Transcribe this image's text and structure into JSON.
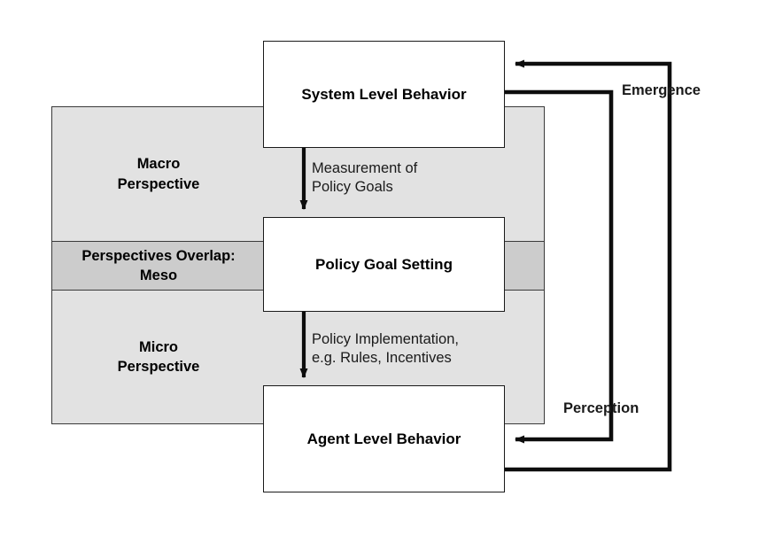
{
  "diagram": {
    "title": "Macro-Meso-Micro policy feedback loop",
    "background_color": "#ffffff",
    "stroke_color": "#1a1a1a",
    "band_macro_color": "#e2e2e2",
    "band_meso_color": "#cccccc",
    "band_micro_color": "#e2e2e2",
    "node_fill_color": "#ffffff"
  },
  "bands": [
    {
      "id": "macro",
      "label": "Macro\nPerspective"
    },
    {
      "id": "meso",
      "label": "Perspectives Overlap:\nMeso"
    },
    {
      "id": "micro",
      "label": "Micro\nPerspective"
    }
  ],
  "nodes": [
    {
      "id": "system",
      "label": "System Level Behavior"
    },
    {
      "id": "policy",
      "label": "Policy Goal Setting"
    },
    {
      "id": "agent",
      "label": "Agent Level Behavior"
    }
  ],
  "edges": [
    {
      "id": "measurement",
      "label": "Measurement of\nPolicy Goals",
      "from": "system",
      "to": "policy",
      "bold": false
    },
    {
      "id": "implementation",
      "label": "Policy Implementation,\ne.g. Rules, Incentives",
      "from": "policy",
      "to": "agent",
      "bold": false
    },
    {
      "id": "emergence",
      "label": "Emergence",
      "from": "agent",
      "to": "system",
      "bold": true
    },
    {
      "id": "perception",
      "label": "Perception",
      "from": "system",
      "to": "agent",
      "bold": true
    }
  ]
}
